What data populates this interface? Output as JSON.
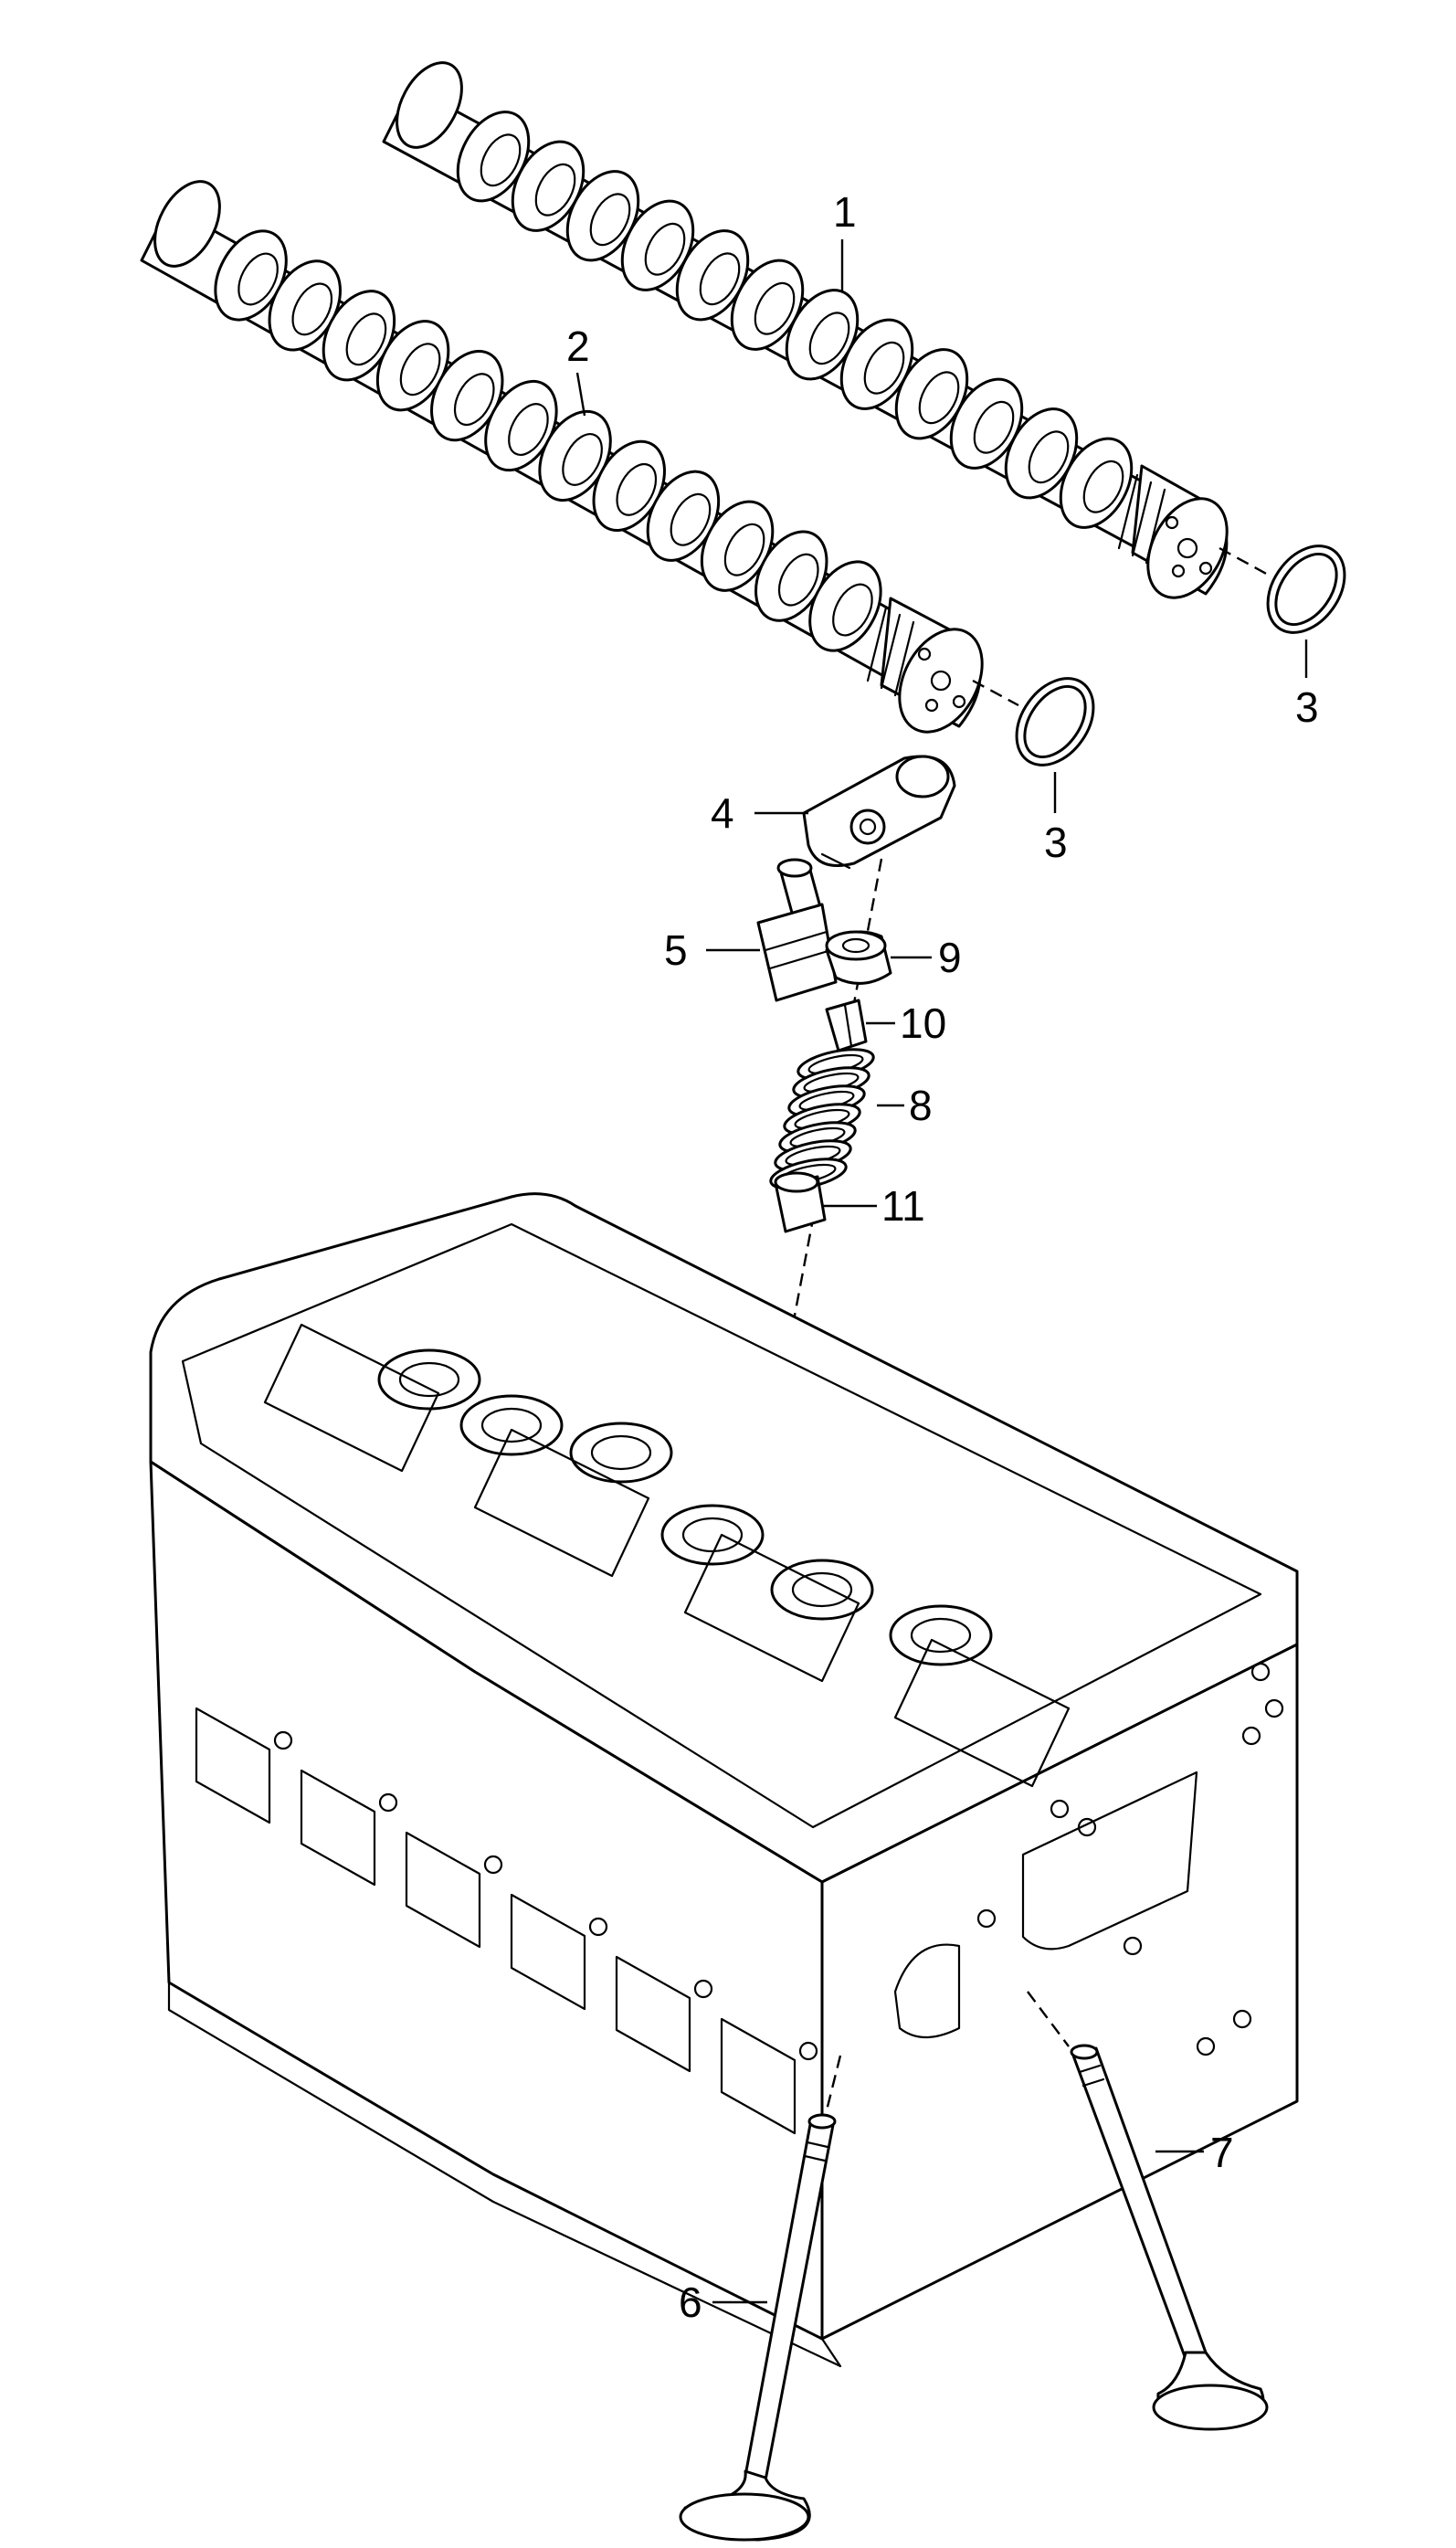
{
  "diagram": {
    "callouts": [
      {
        "id": "1",
        "label": "1"
      },
      {
        "id": "2",
        "label": "2"
      },
      {
        "id": "3a",
        "label": "3"
      },
      {
        "id": "3b",
        "label": "3"
      },
      {
        "id": "4",
        "label": "4"
      },
      {
        "id": "5",
        "label": "5"
      },
      {
        "id": "6",
        "label": "6"
      },
      {
        "id": "7",
        "label": "7"
      },
      {
        "id": "8",
        "label": "8"
      },
      {
        "id": "9",
        "label": "9"
      },
      {
        "id": "10",
        "label": "10"
      },
      {
        "id": "11",
        "label": "11"
      }
    ],
    "colors": {
      "line": "#000000",
      "fill": "#ffffff"
    }
  }
}
